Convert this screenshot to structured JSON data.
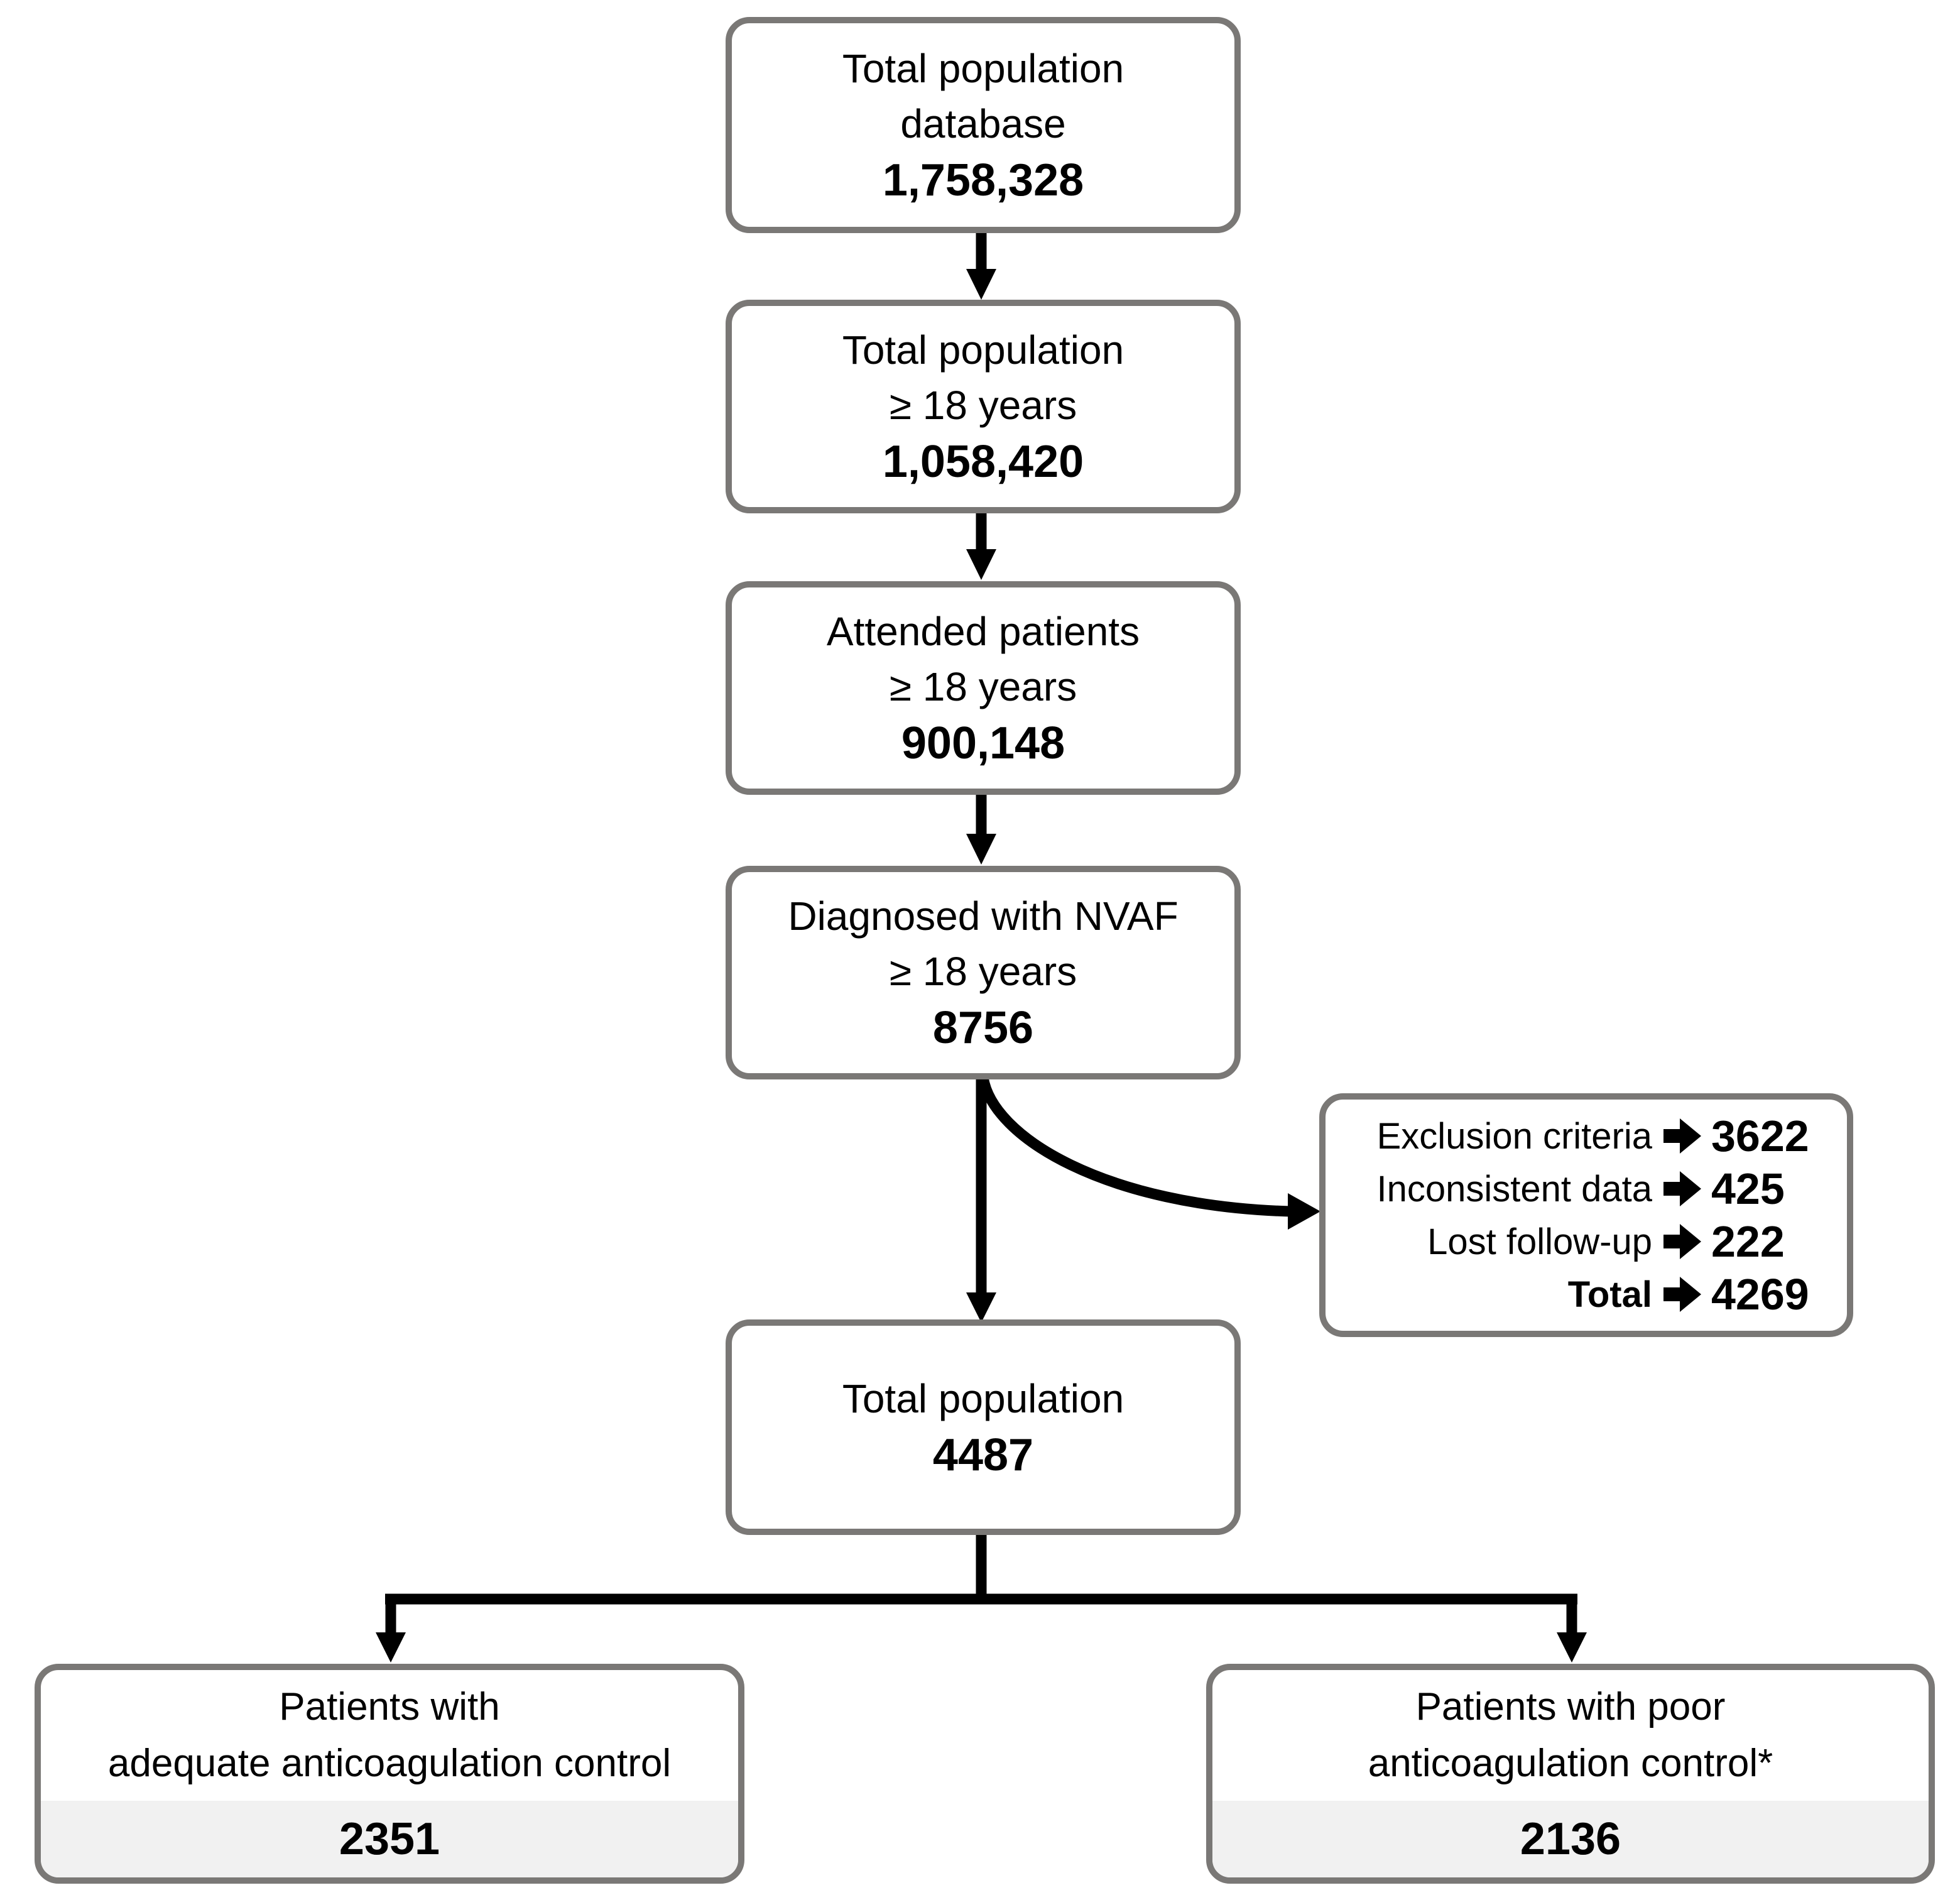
{
  "figure": {
    "type": "patient-selection-flowchart"
  },
  "nodes": {
    "database": {
      "line1": "Total population",
      "line2": "database",
      "value": "1,758,328"
    },
    "adults": {
      "line1": "Total population",
      "line2": "≥ 18 years",
      "value": "1,058,420"
    },
    "attended": {
      "line1": "Attended patients",
      "line2": "≥ 18 years",
      "value": "900,148"
    },
    "nvaf": {
      "line1": "Diagnosed with NVAF",
      "line2": "≥ 18 years",
      "value": "8756"
    },
    "total": {
      "line1": "Total population",
      "value": "4487"
    },
    "adequate": {
      "line1": "Patients with",
      "line2": "adequate anticoagulation control",
      "value": "2351"
    },
    "poor": {
      "line1": "Patients with poor",
      "line2": "anticoagulation control*",
      "value": "2136"
    }
  },
  "exclusion": {
    "rows": [
      {
        "label": "Exclusion criteria",
        "value": "3622",
        "bold": false
      },
      {
        "label": "Inconsistent data",
        "value": "425",
        "bold": false
      },
      {
        "label": "Lost follow-up",
        "value": "222",
        "bold": false
      },
      {
        "label": "Total",
        "value": "4269",
        "bold": true
      }
    ]
  },
  "colors": {
    "box_border": "#7a7876",
    "connector": "#000000",
    "value_band": "#f1f1f1",
    "background": "#ffffff",
    "text": "#000000"
  }
}
